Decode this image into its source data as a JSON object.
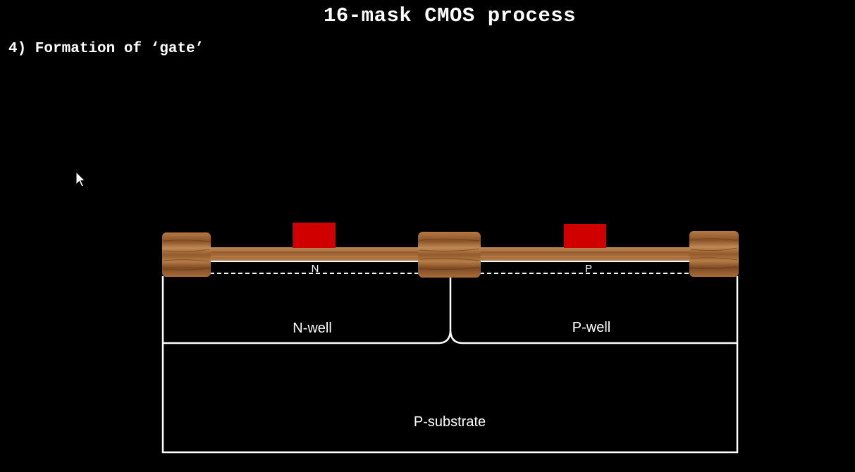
{
  "slide": {
    "title": "16-mask CMOS process",
    "step_heading": "4) Formation of ‘gate’"
  },
  "diagram": {
    "labels": {
      "n_region": "N",
      "p_region": "P",
      "n_well": "N-well",
      "p_well": "P-well",
      "substrate": "P-substrate"
    },
    "colors": {
      "background": "#000000",
      "outline": "#ffffff",
      "gate": "#d10000",
      "oxide": "#a86a35",
      "oxide_grain": "#6e3f1a"
    }
  }
}
